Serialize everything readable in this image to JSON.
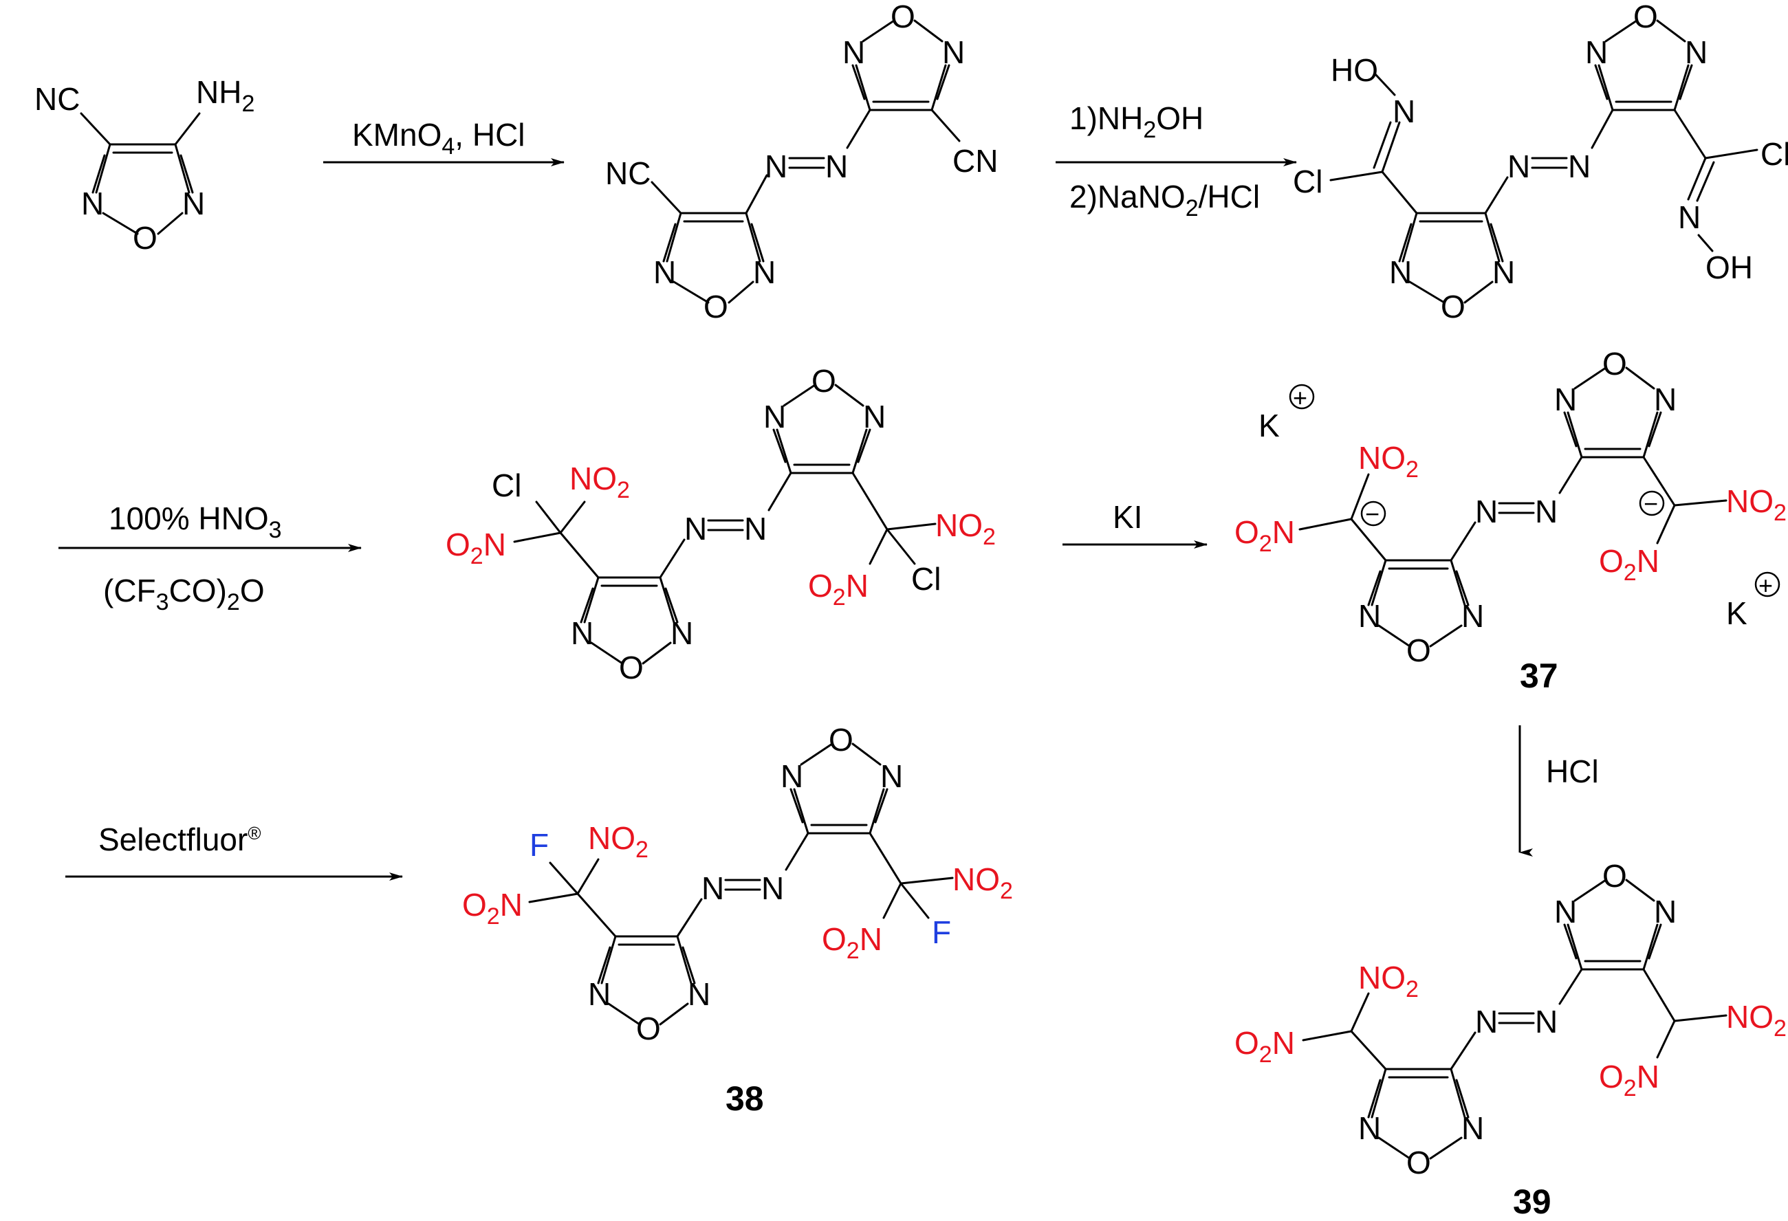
{
  "colors": {
    "bond": "#000000",
    "nitro": "#e8141f",
    "fluorine": "#1f3fe0",
    "text": "#000000"
  },
  "labels": {
    "N": "N",
    "O": "O",
    "F": "F",
    "Cl": "Cl",
    "K": "K",
    "CN": "CN",
    "NC": "NC",
    "HO": "HO",
    "OH": "OH",
    "NH": "NH",
    "NO": "NO",
    "O2N_a": "O",
    "sub2": "2",
    "sub3": "3",
    "eqN": "N",
    "plus": "+",
    "minus": "−"
  },
  "reagents": {
    "step1": [
      "KMnO",
      "4",
      ", HCl"
    ],
    "step2_line1": [
      "1)NH",
      "2",
      "OH"
    ],
    "step2_line2": [
      "2)NaNO",
      "2",
      "/HCl"
    ],
    "step3_line1": [
      "100% HNO",
      "3"
    ],
    "step3_line2": [
      "(CF",
      "3",
      "CO)",
      "2",
      "O"
    ],
    "step4": "KI",
    "step5": [
      "Selectfluor",
      "®"
    ],
    "step6": "HCl"
  },
  "compounds": {
    "c37": "37",
    "c38": "38",
    "c39": "39"
  }
}
